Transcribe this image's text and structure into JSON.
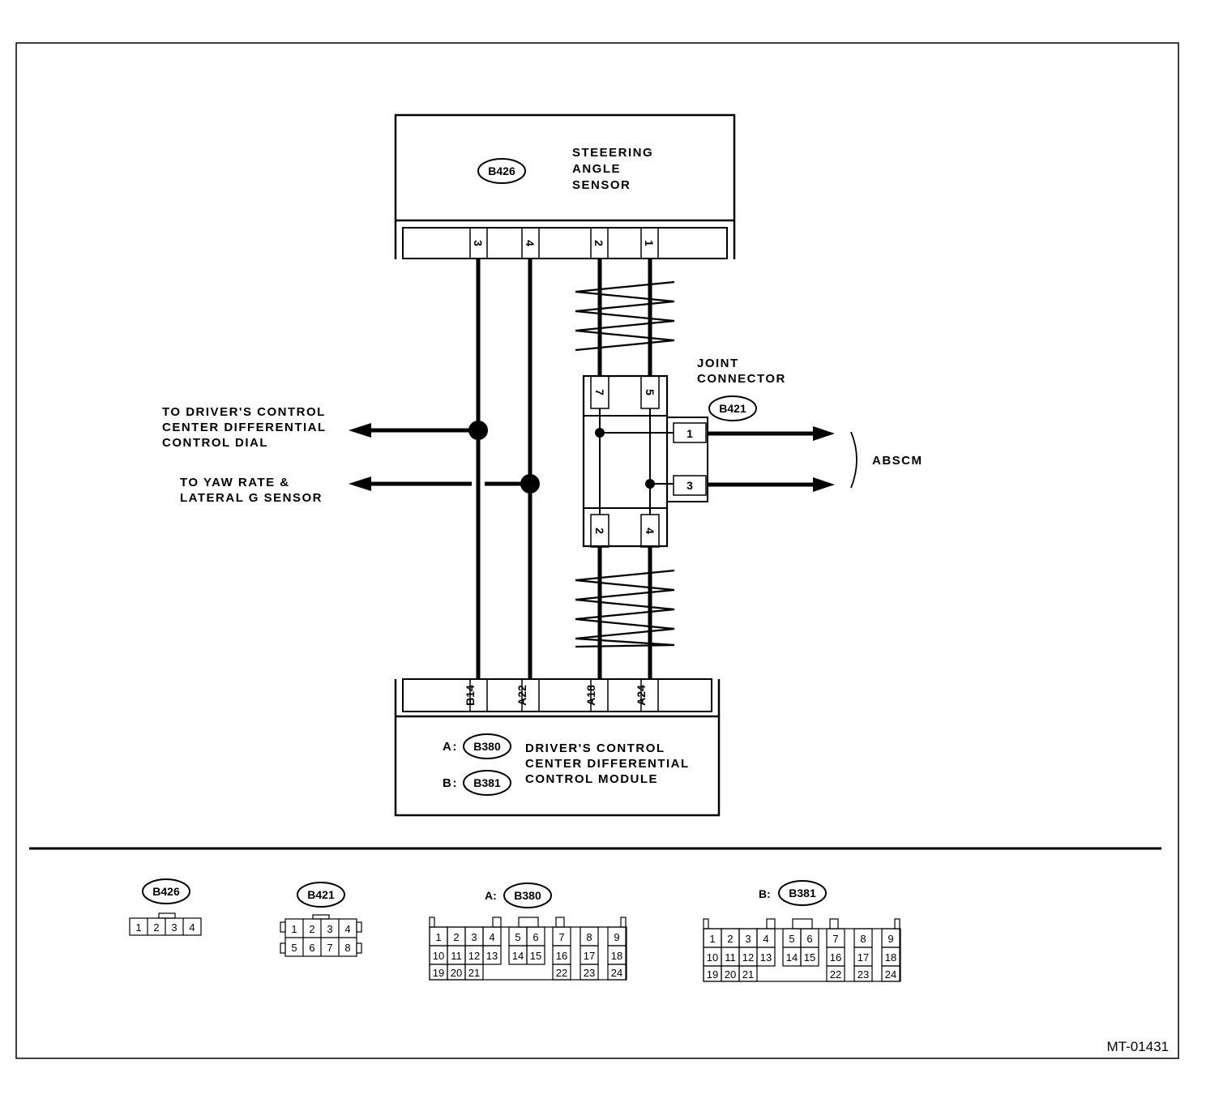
{
  "sensor": {
    "connector": "B426",
    "name": [
      "STEEERING",
      "ANGLE",
      "SENSOR"
    ],
    "pins": [
      "3",
      "4",
      "2",
      "1"
    ]
  },
  "joint": {
    "connector": "B421",
    "name": [
      "JOINT",
      "CONNECTOR"
    ],
    "top_pins": [
      "7",
      "5"
    ],
    "bottom_pins": [
      "2",
      "4"
    ],
    "side_pins": [
      "1",
      "3"
    ]
  },
  "module": {
    "pins": [
      "B14",
      "A22",
      "A18",
      "A24"
    ],
    "prefix_a": "A:",
    "connector_a": "B380",
    "prefix_b": "B:",
    "connector_b": "B381",
    "name": [
      "DRIVER'S CONTROL",
      "CENTER DIFFERENTIAL",
      "CONTROL MODULE"
    ]
  },
  "destinations": {
    "dial": [
      "TO DRIVER'S CONTROL",
      "CENTER DIFFERENTIAL",
      "CONTROL DIAL"
    ],
    "yaw": [
      "TO YAW RATE &",
      "LATERAL G SENSOR"
    ],
    "abscm": "ABSCM"
  },
  "connector_views": {
    "b426": {
      "tag": "B426",
      "pins": [
        "1",
        "2",
        "3",
        "4"
      ]
    },
    "b421": {
      "tag": "B421",
      "row1": [
        "1",
        "2",
        "3",
        "4"
      ],
      "row2": [
        "5",
        "6",
        "7",
        "8"
      ]
    },
    "b380": {
      "prefix": "A:",
      "tag": "B380"
    },
    "b381": {
      "prefix": "B:",
      "tag": "B381"
    },
    "pins_24": {
      "row1": [
        "1",
        "2",
        "3",
        "4",
        "5",
        "6",
        "7",
        "8",
        "9"
      ],
      "row2": [
        "10",
        "11",
        "12",
        "13",
        "14",
        "15",
        "16",
        "17",
        "18"
      ],
      "row3": [
        "19",
        "20",
        "21",
        "22",
        "23",
        "24"
      ]
    }
  },
  "figure_id": "MT-01431"
}
